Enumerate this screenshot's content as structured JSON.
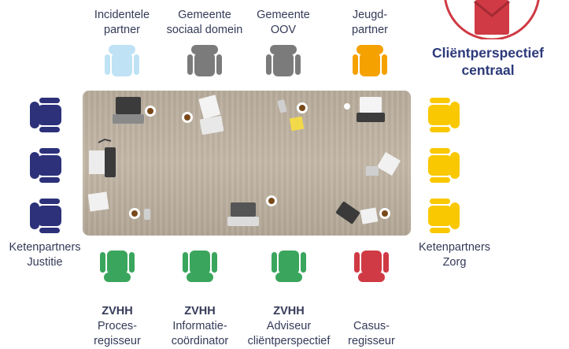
{
  "title": "Cliëntperspectief\ncentraal",
  "colors": {
    "light_blue": "#bfe2f5",
    "grey": "#7b7b7b",
    "orange": "#f5a100",
    "navy": "#2c317a",
    "yellow": "#f9c800",
    "green": "#3aa55d",
    "red": "#cf3a44",
    "title": "#2c3a7a"
  },
  "top_labels": [
    {
      "text": "Incidentele\npartner"
    },
    {
      "text": "Gemeente\nsociaal domein"
    },
    {
      "text": "Gemeente\nOOV"
    },
    {
      "text": "Jeugd-\npartner"
    }
  ],
  "left_label": "Ketenpartners\nJustitie",
  "right_label": "Ketenpartners\nZorg",
  "bottom_labels": [
    {
      "bold": "ZVHH",
      "text": "Proces-\nregisseur"
    },
    {
      "bold": "ZVHH",
      "text": "Informatie-\ncoördinator"
    },
    {
      "bold": "ZVHH",
      "text": "Adviseur\ncliëntperspectief"
    },
    {
      "bold": "",
      "text": "Casus-\nregisseur"
    }
  ]
}
